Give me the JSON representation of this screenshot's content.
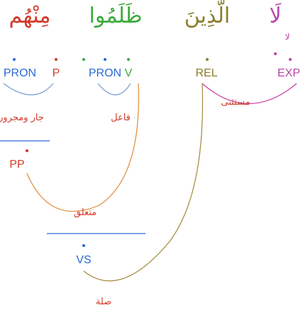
{
  "words": [
    {
      "id": "w1",
      "arabic": "لَا",
      "tags": [
        {
          "id": "t1a",
          "label": "EXP",
          "color": "#bb44aa"
        },
        {
          "id": "t1b",
          "label": "",
          "color": "#bb44aa",
          "glyph": "لا"
        }
      ]
    },
    {
      "id": "w2",
      "arabic": "الَّذِينَ",
      "tags": [
        {
          "id": "t2",
          "label": "REL",
          "color": "#8a7d2a"
        }
      ]
    },
    {
      "id": "w3",
      "arabic": "ظَلَمُوا",
      "tags": [
        {
          "id": "t3a",
          "label": "PRON",
          "color": "#2a6bd6"
        },
        {
          "id": "t3b",
          "label": "V",
          "color": "#3cab3c"
        }
      ]
    },
    {
      "id": "w4",
      "arabic": "مِنْهُم",
      "tags": [
        {
          "id": "t4a",
          "label": "PRON",
          "color": "#2a6bd6"
        },
        {
          "id": "t4b",
          "label": "P",
          "color": "#d13a2a"
        }
      ]
    }
  ],
  "arc_labels": {
    "subj": "فاعل",
    "prep": "جار ومجرور",
    "excluded": "مستثنى",
    "attached": "متعلق",
    "link": "صلة"
  },
  "phrase_labels": {
    "pp": "PP",
    "vs": "VS"
  },
  "colors": {
    "pron": "#2a6bd6",
    "verb": "#3cab3c",
    "prep": "#d13a2a",
    "rel": "#8a7d2a",
    "exp": "#bb44aa",
    "subj_arc": "#7a9bd6",
    "pp_arc": "#e08a3a",
    "rel_arc": "#a08a38",
    "exp_arc": "#c73ca0",
    "divider_pp": "#c44a4a",
    "divider_vs": "#2a6bd6"
  }
}
